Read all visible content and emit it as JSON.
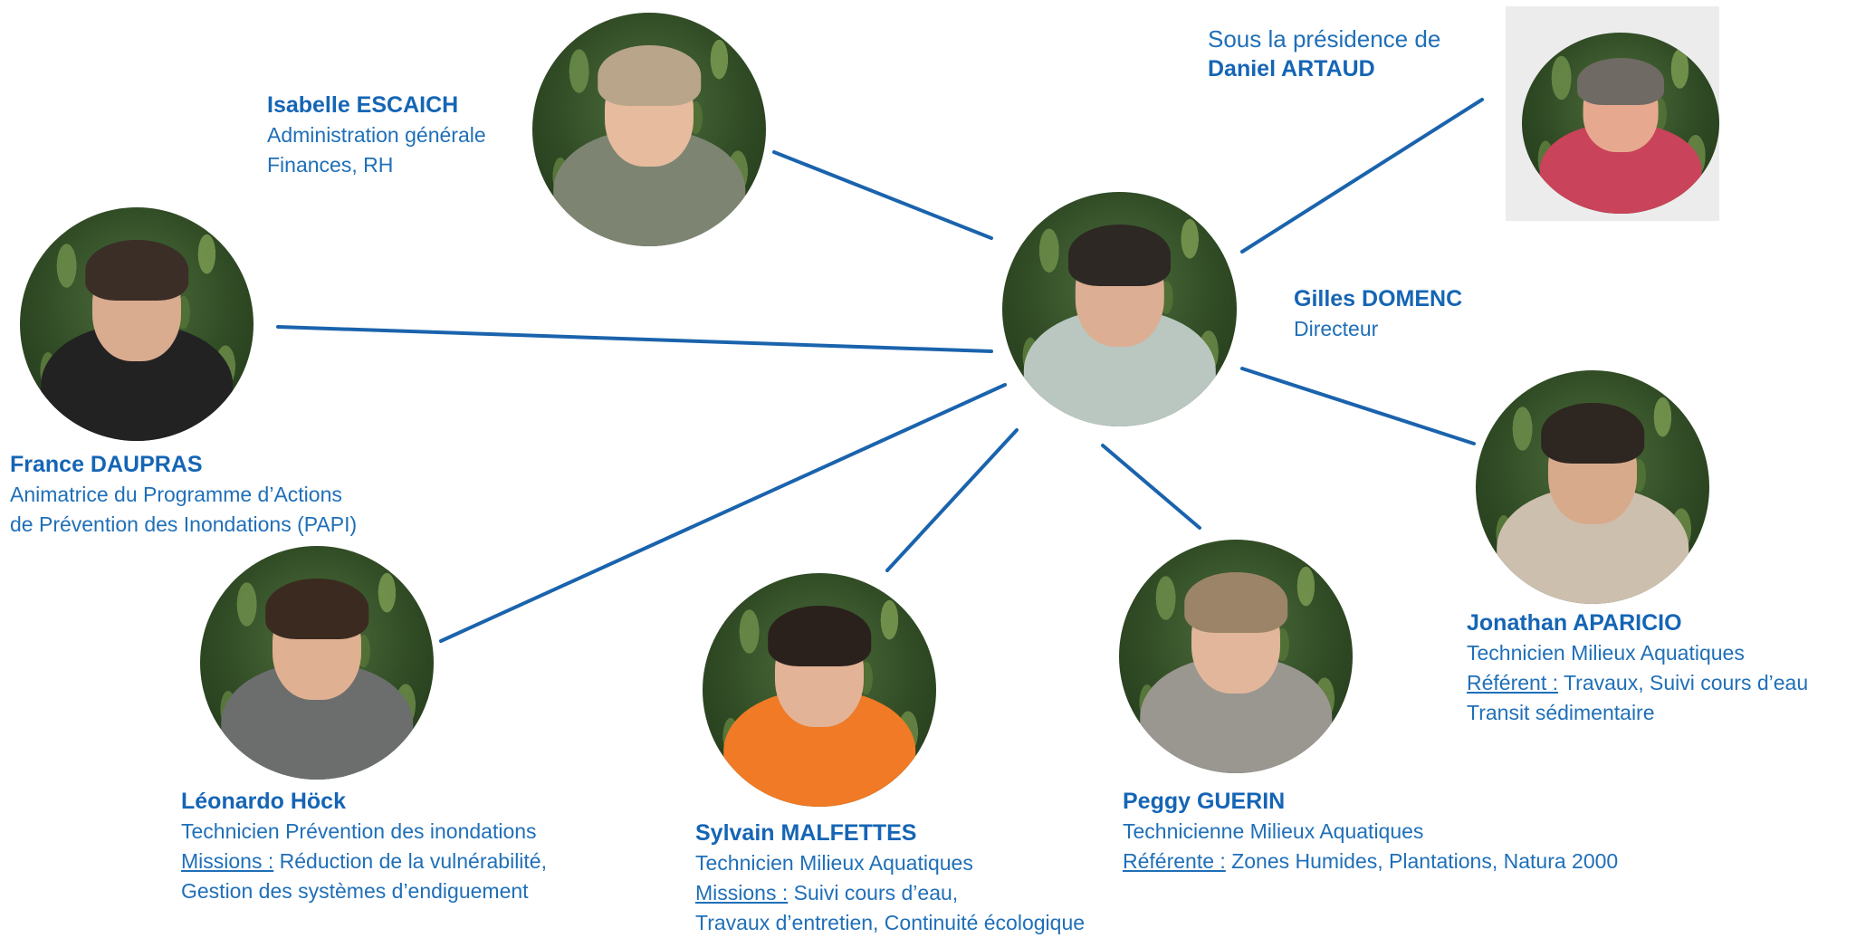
{
  "president": {
    "intro": "Sous la présidence de",
    "name": "Daniel ARTAUD"
  },
  "director": {
    "name": "Gilles DOMENC",
    "role": "Directeur"
  },
  "members": {
    "isabelle": {
      "name": "Isabelle ESCAICH",
      "line1": "Administration générale",
      "line2": "Finances, RH"
    },
    "france": {
      "name": "France DAUPRAS",
      "line1": "Animatrice du Programme d’Actions",
      "line2": "de Prévention des Inondations (PAPI)"
    },
    "leonardo": {
      "name": "Léonardo Höck",
      "line1": "Technicien Prévention des inondations",
      "missions_label": "Missions :",
      "missions_text": " Réduction de la vulnérabilité,",
      "line3": "Gestion des systèmes d’endiguement"
    },
    "sylvain": {
      "name": "Sylvain MALFETTES",
      "line1": "Technicien Milieux Aquatiques",
      "missions_label": "Missions :",
      "missions_text": " Suivi cours d’eau,",
      "line3": "Travaux d’entretien, Continuité écologique"
    },
    "peggy": {
      "name": "Peggy GUERIN",
      "line1": "Technicienne Milieux Aquatiques",
      "ref_label": "Référente :",
      "ref_text": " Zones Humides, Plantations, Natura 2000"
    },
    "jonathan": {
      "name": "Jonathan APARICIO",
      "line1": "Technicien Milieux Aquatiques",
      "ref_label": "Référent :",
      "ref_text": " Travaux, Suivi cours d’eau",
      "line3": "Transit sédimentaire"
    }
  },
  "colors": {
    "accent": "#1565b5",
    "text": "#1f6fb8",
    "connector": "#1a63ad"
  }
}
